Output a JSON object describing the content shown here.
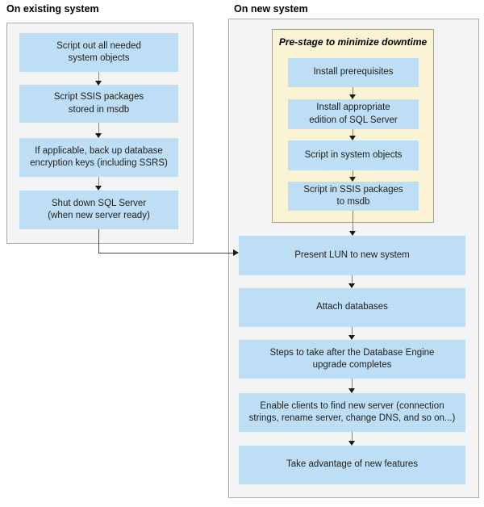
{
  "headers": {
    "existing": "On existing system",
    "new": "On new system"
  },
  "existing_system": {
    "steps": [
      "Script out all needed\nsystem objects",
      "Script SSIS packages\nstored in msdb",
      "If applicable, back up database\nencryption keys (including SSRS)",
      "Shut down SQL Server\n(when new server ready)"
    ]
  },
  "new_system": {
    "prestage": {
      "title": "Pre-stage to minimize downtime",
      "steps": [
        "Install prerequisites",
        "Install appropriate\nedition of SQL Server",
        "Script in system objects",
        "Script in SSIS packages\nto msdb"
      ]
    },
    "steps": [
      "Present LUN to new system",
      "Attach databases",
      "Steps to take after the Database Engine\nupgrade completes",
      "Enable clients to find new server (connection\nstrings, rename server, change DNS, and so on...)",
      "Take advantage of new features"
    ]
  },
  "colors": {
    "step_fill": "#bddef4",
    "panel_fill": "#f4f4f4",
    "panel_border": "#ababab",
    "prestage_fill": "#faf3d4",
    "prestage_border": "#a5a295",
    "arrow_shaft": "#808080",
    "arrow_head": "#1a1a1a",
    "text": "#1f1f1f"
  }
}
